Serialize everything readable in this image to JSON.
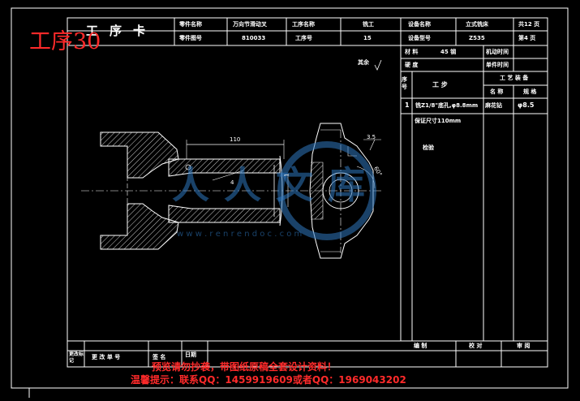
{
  "overlay": {
    "title": "工序30",
    "warning_line1": "预览请勿抄袭，带图纸原稿全套设计资料！",
    "warning_line2": "温馨提示：联系QQ：1459919609或者QQ：1969043202"
  },
  "watermark": {
    "brand": "人人文库",
    "url": "w w w . r e n r e n d o c . c o m"
  },
  "header": {
    "card_title": "工序卡",
    "part_name_label": "零件名称",
    "part_name": "万向节滑动叉",
    "part_no_label": "零件图号",
    "part_no": "810033",
    "process_name_label": "工序名称",
    "process_name": "铣工",
    "process_no_label": "工序号",
    "process_no": "15",
    "equipment_name_label": "设备名称",
    "equipment_name": "立式铣床",
    "equipment_no_label": "设备型号",
    "equipment_no": "Z535",
    "total_pages": "共12 页",
    "page_no": "第4 页"
  },
  "material": {
    "material_label": "材 料",
    "material_value": "45 钢",
    "hardness_label": "硬 度",
    "machine_time_label": "机动时间",
    "unit_time_label": "单件时间"
  },
  "process": {
    "seq_label": "序号",
    "step_label": "工 步",
    "equipment_label": "工 艺 装 备",
    "name_col": "名 称",
    "spec_col": "规 格",
    "steps": [
      {
        "no": "1",
        "text": "铣Z1/8\"底孔,φ8.8mm",
        "tool": "麻花钻",
        "spec": "φ8.5"
      },
      {
        "no": "",
        "text": "保证尺寸110mm",
        "tool": "",
        "spec": ""
      },
      {
        "no": "",
        "text": "检验",
        "tool": "",
        "spec": ""
      }
    ]
  },
  "drawing": {
    "roughness_note": "其余",
    "dim_110": "110",
    "dim_4": "4",
    "dim_1": "1",
    "dim_35": "3.5",
    "dim_60": "60°"
  },
  "footer": {
    "mark_label": "更改标记",
    "change_doc_label": "更 改 单 号",
    "sign_label": "签 名",
    "date_label": "日期",
    "compile_label": "编 制",
    "check_label": "校 对",
    "review_label": "审 阅"
  }
}
